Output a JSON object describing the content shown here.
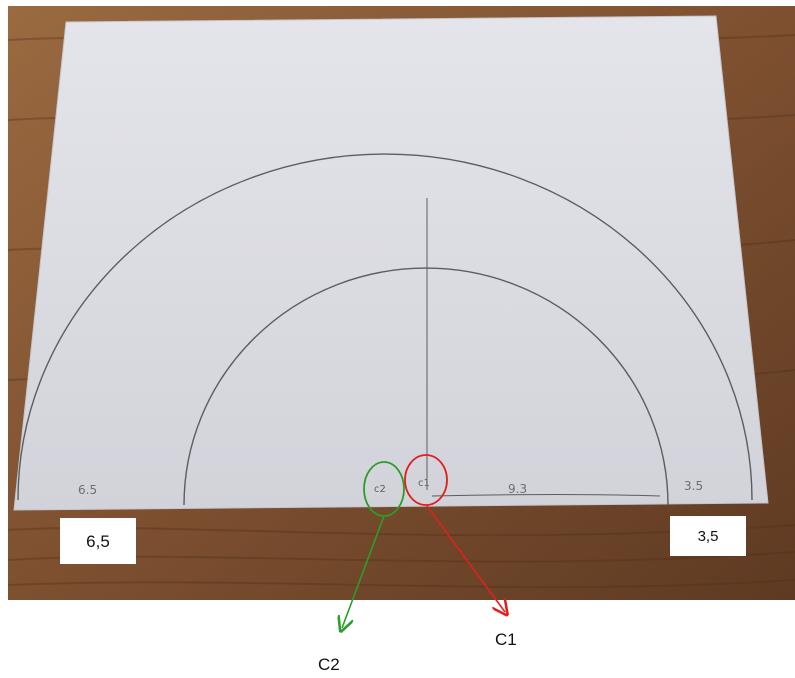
{
  "paper_labels": {
    "outer_left": "6.5",
    "inner_right": "9.3",
    "outer_right": "3.5",
    "center1": "c1",
    "center2": "c2"
  },
  "boxes": {
    "left_value": "6,5",
    "right_value": "3,5"
  },
  "captions": {
    "c1": "C1",
    "c2": "C2"
  },
  "colors": {
    "c1_marker": "#e02020",
    "c2_marker": "#2a9d2a",
    "wood": "#8a5a34",
    "paper": "#dcdde3",
    "pencil": "#6d6f74"
  }
}
